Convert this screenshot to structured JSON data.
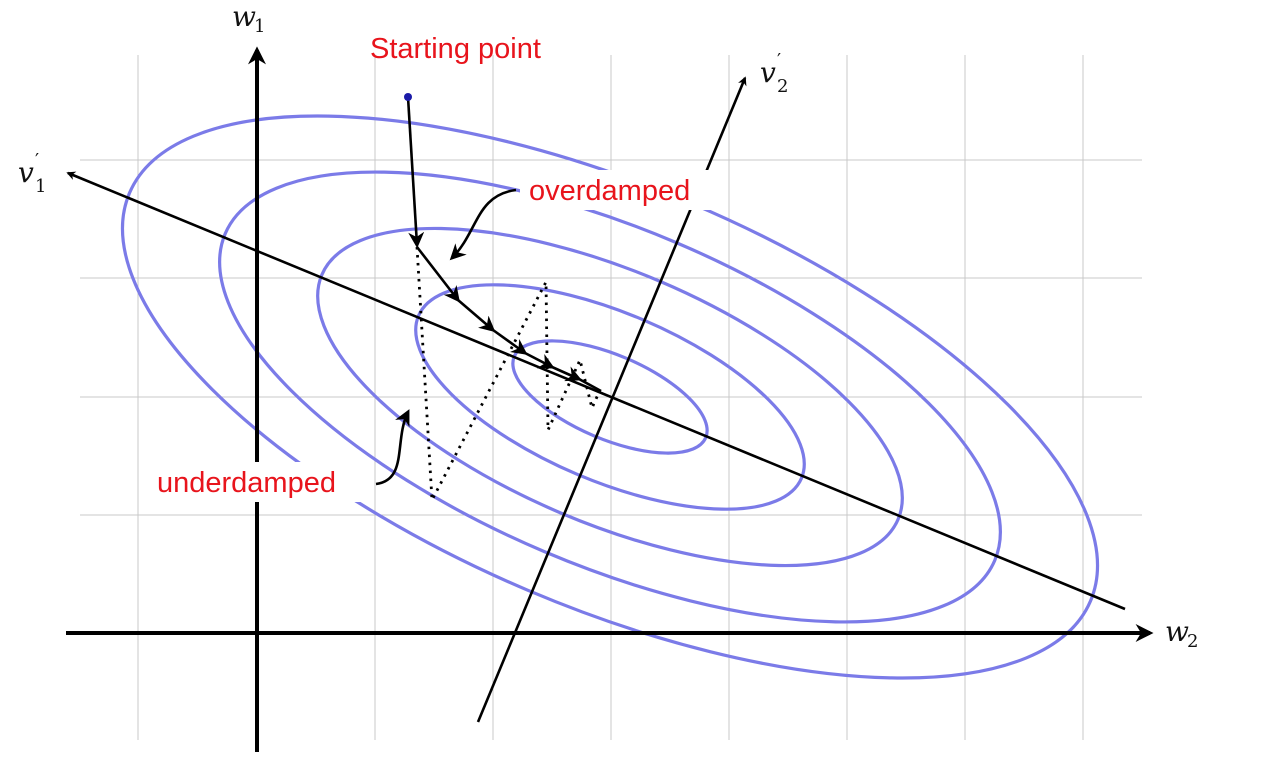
{
  "figure": {
    "labels": {
      "starting_point": "Starting point",
      "overdamped": "overdamped",
      "underdamped": "underdamped"
    },
    "axes": {
      "w1": {
        "main": "w",
        "sub": "1"
      },
      "w2": {
        "main": "w",
        "sub": "2"
      },
      "v1": {
        "main": "v",
        "sub": "1",
        "prime": "′"
      },
      "v2": {
        "main": "v",
        "sub": "2",
        "prime": "′"
      }
    },
    "colors": {
      "contour": "#7b7be8",
      "annotation_text": "#e8141c",
      "axis": "#000000",
      "grid": "#c8c8c8",
      "start_point": "#1a1aa8"
    },
    "contour_count": 5
  }
}
